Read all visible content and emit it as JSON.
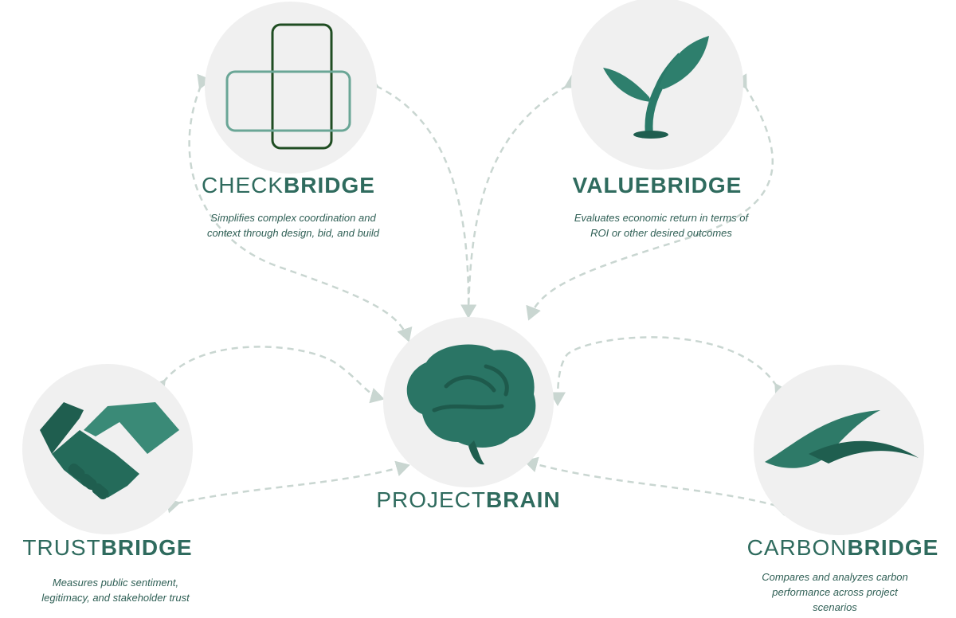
{
  "colors": {
    "accent": "#2f6b5e",
    "dark": "#1f5e4f",
    "arrow": "#c9d6d1",
    "circle": "#f0f0f0"
  },
  "nodes": {
    "checkbridge": {
      "title_light": "CHECK",
      "title_bold": "BRIDGE",
      "description": "Simplifies complex coordination and context through design, bid, and build",
      "icon": "overlapping-rectangles-icon"
    },
    "valuebridge": {
      "title_light": "VALUE",
      "title_bold": "BRIDGE",
      "description": "Evaluates economic return in terms of ROI or other desired outcomes",
      "icon": "sprout-icon"
    },
    "projectbrain": {
      "title_light": "PROJECT",
      "title_bold": "BRAIN",
      "icon": "brain-icon"
    },
    "trustbridge": {
      "title_light": "TRUST",
      "title_bold": "BRIDGE",
      "description": "Measures public sentiment, legitimacy, and stakeholder trust",
      "icon": "handshake-icon"
    },
    "carbonbridge": {
      "title_light": "CARBON",
      "title_bold": "BRIDGE",
      "description": "Compares and analyzes carbon performance across project scenarios",
      "icon": "leaf-icon"
    }
  }
}
